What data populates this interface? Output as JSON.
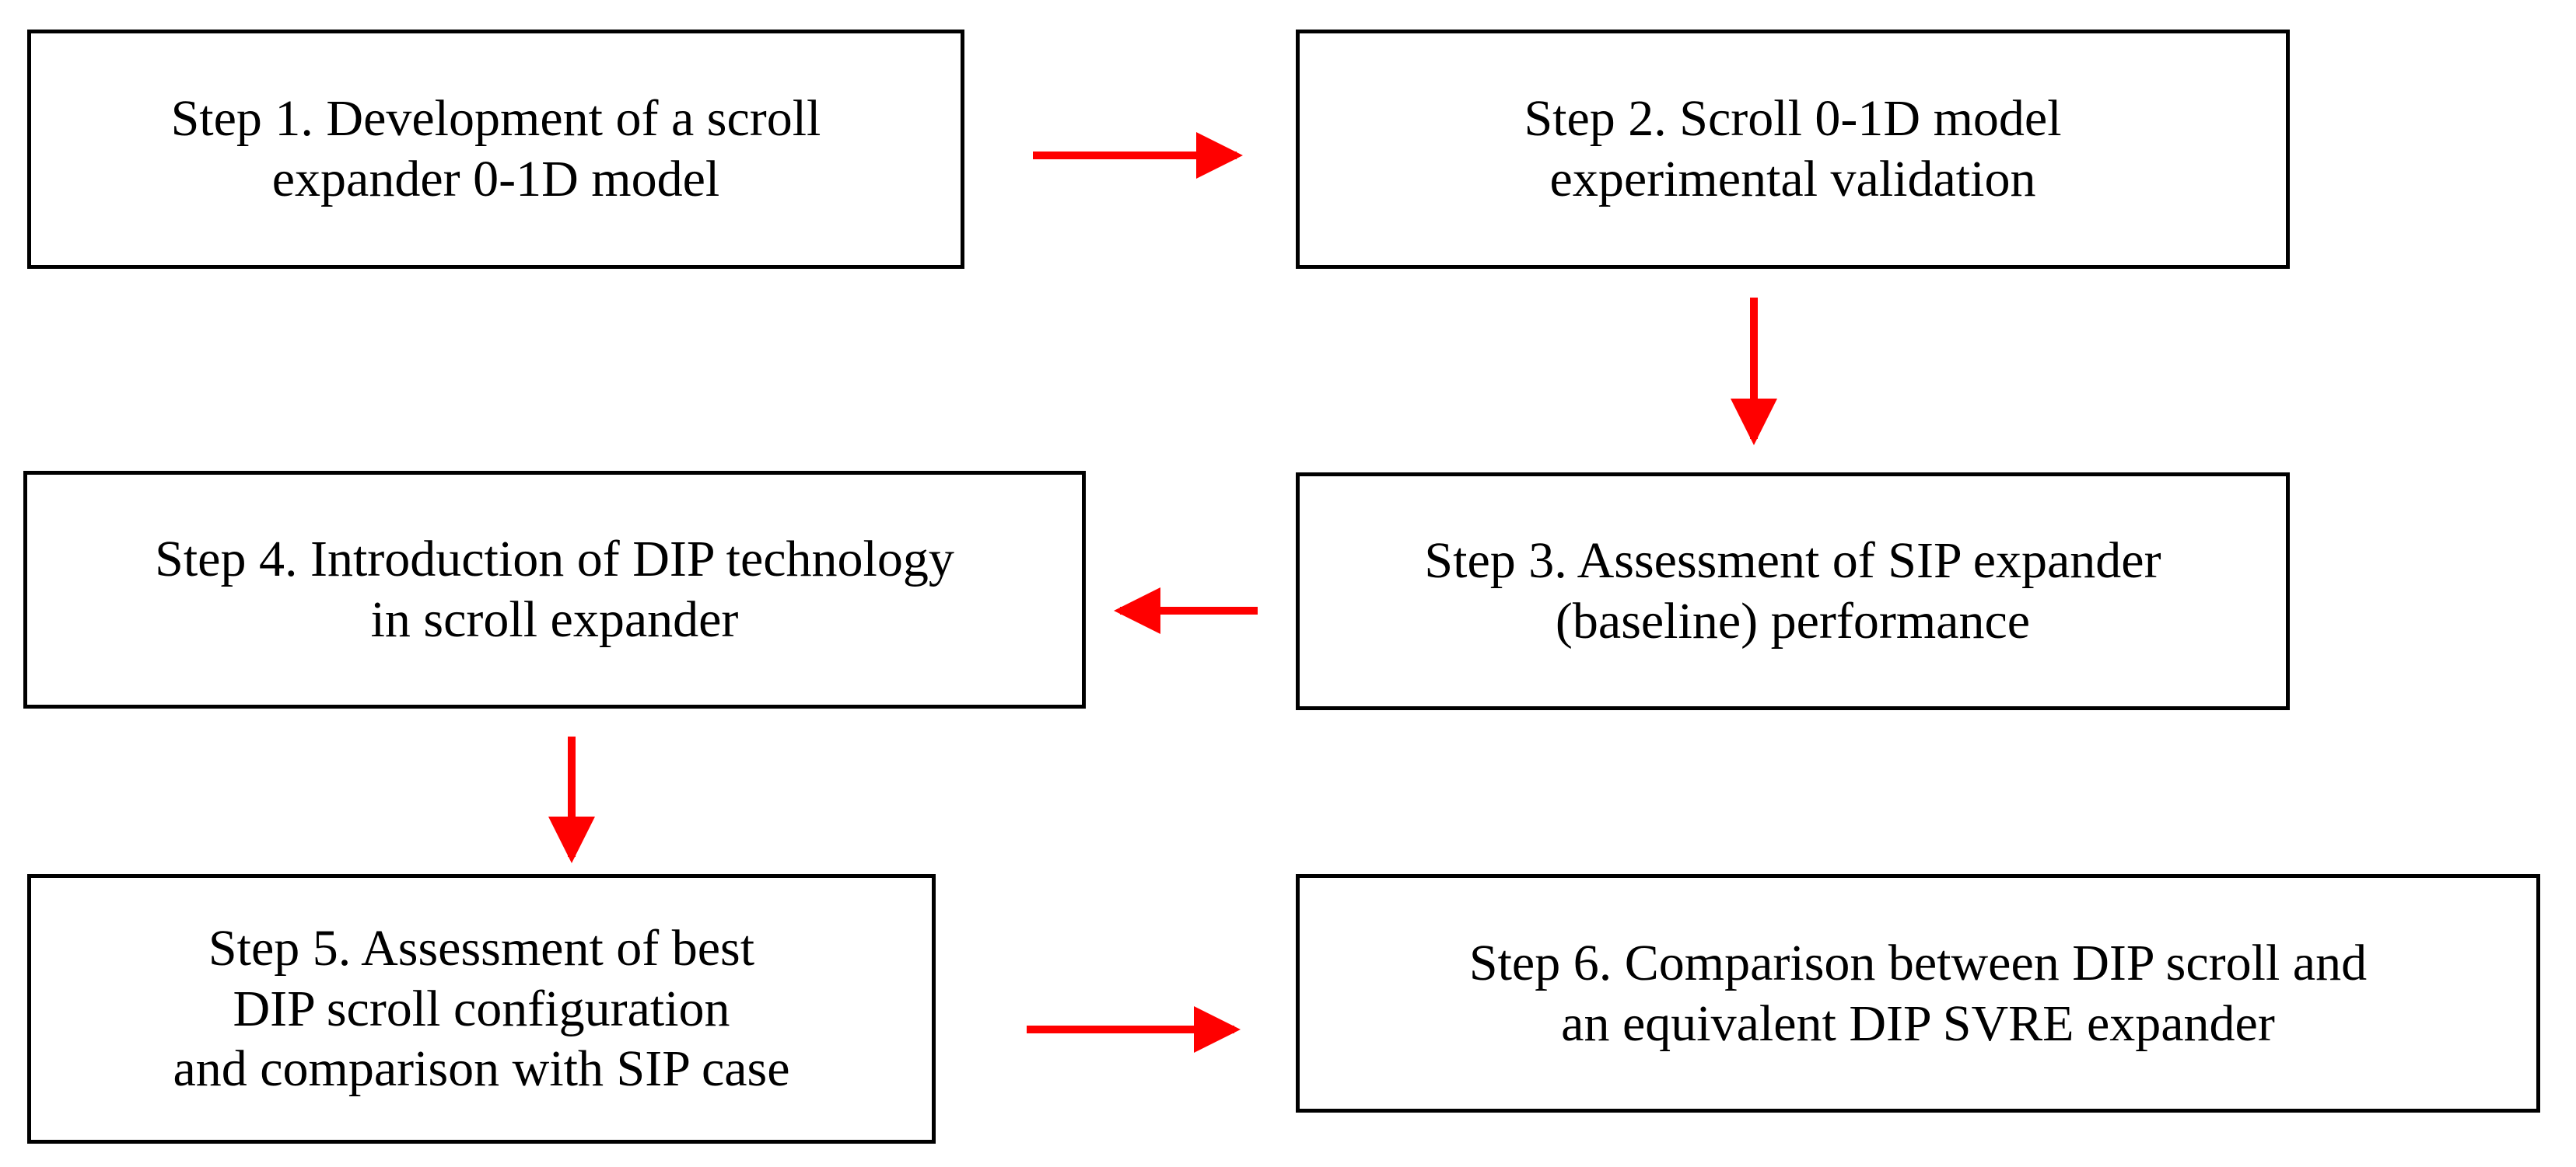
{
  "steps": [
    {
      "id": "step-1",
      "lines": [
        "Step 1. Development of a scroll",
        "expander 0-1D model"
      ]
    },
    {
      "id": "step-2",
      "lines": [
        "Step 2. Scroll 0-1D model",
        "experimental validation"
      ]
    },
    {
      "id": "step-3",
      "lines": [
        "Step 3. Assessment of SIP expander",
        "(baseline) performance"
      ]
    },
    {
      "id": "step-4",
      "lines": [
        "Step 4. Introduction of DIP technology",
        "in scroll expander"
      ]
    },
    {
      "id": "step-5",
      "lines": [
        "Step 5. Assessment of best",
        "DIP scroll configuration",
        "and comparison with SIP case"
      ]
    },
    {
      "id": "step-6",
      "lines": [
        "Step 6. Comparison between DIP scroll and",
        "an equivalent DIP SVRE expander"
      ]
    }
  ],
  "connections": [
    {
      "from": "step-1",
      "to": "step-2"
    },
    {
      "from": "step-2",
      "to": "step-3"
    },
    {
      "from": "step-3",
      "to": "step-4"
    },
    {
      "from": "step-4",
      "to": "step-5"
    },
    {
      "from": "step-5",
      "to": "step-6"
    }
  ],
  "colors": {
    "arrow": "#ff0000",
    "border": "#000000",
    "text": "#000000",
    "background": "#ffffff"
  }
}
